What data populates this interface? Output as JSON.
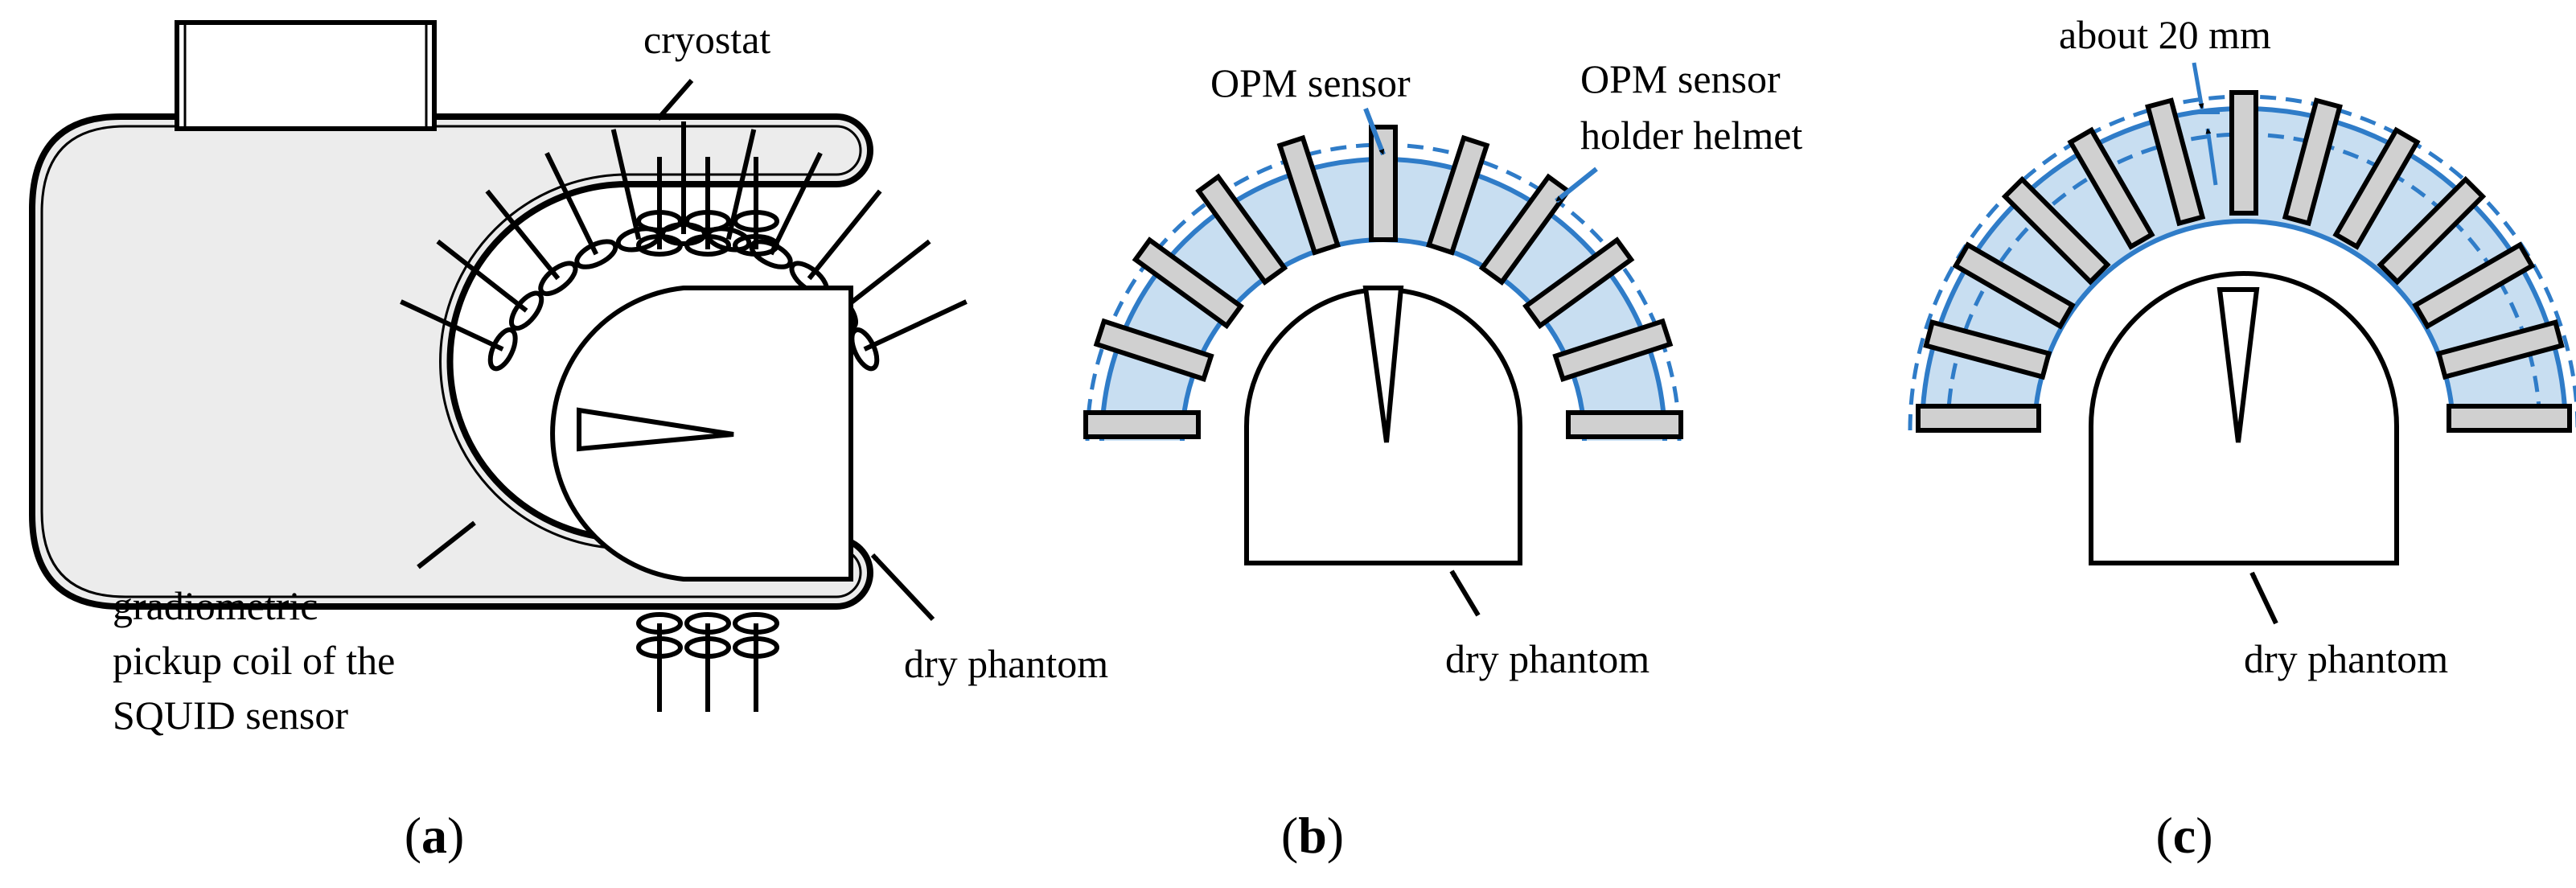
{
  "colors": {
    "stroke": "#000000",
    "cryostat_fill": "#ececec",
    "sensor_fill": "#d0d0d0",
    "helmet_fill": "#c8def1",
    "helmet_line": "#2f7cc8",
    "background": "#ffffff"
  },
  "panels": {
    "a": {
      "caption_open": "(",
      "caption_letter": "a",
      "caption_close": ")",
      "label_cryostat": "cryostat",
      "label_coil_1": "gradiometric",
      "label_coil_2": "pickup coil of the",
      "label_coil_3": "SQUID sensor",
      "label_phantom": "dry phantom"
    },
    "b": {
      "caption_open": "(",
      "caption_letter": "b",
      "caption_close": ")",
      "label_sensor": "OPM sensor",
      "label_helmet_1": "OPM sensor",
      "label_helmet_2": "holder helmet",
      "label_phantom": "dry phantom"
    },
    "c": {
      "caption_open": "(",
      "caption_letter": "c",
      "caption_close": ")",
      "label_gap": "about 20 mm",
      "label_phantom": "dry phantom"
    }
  }
}
